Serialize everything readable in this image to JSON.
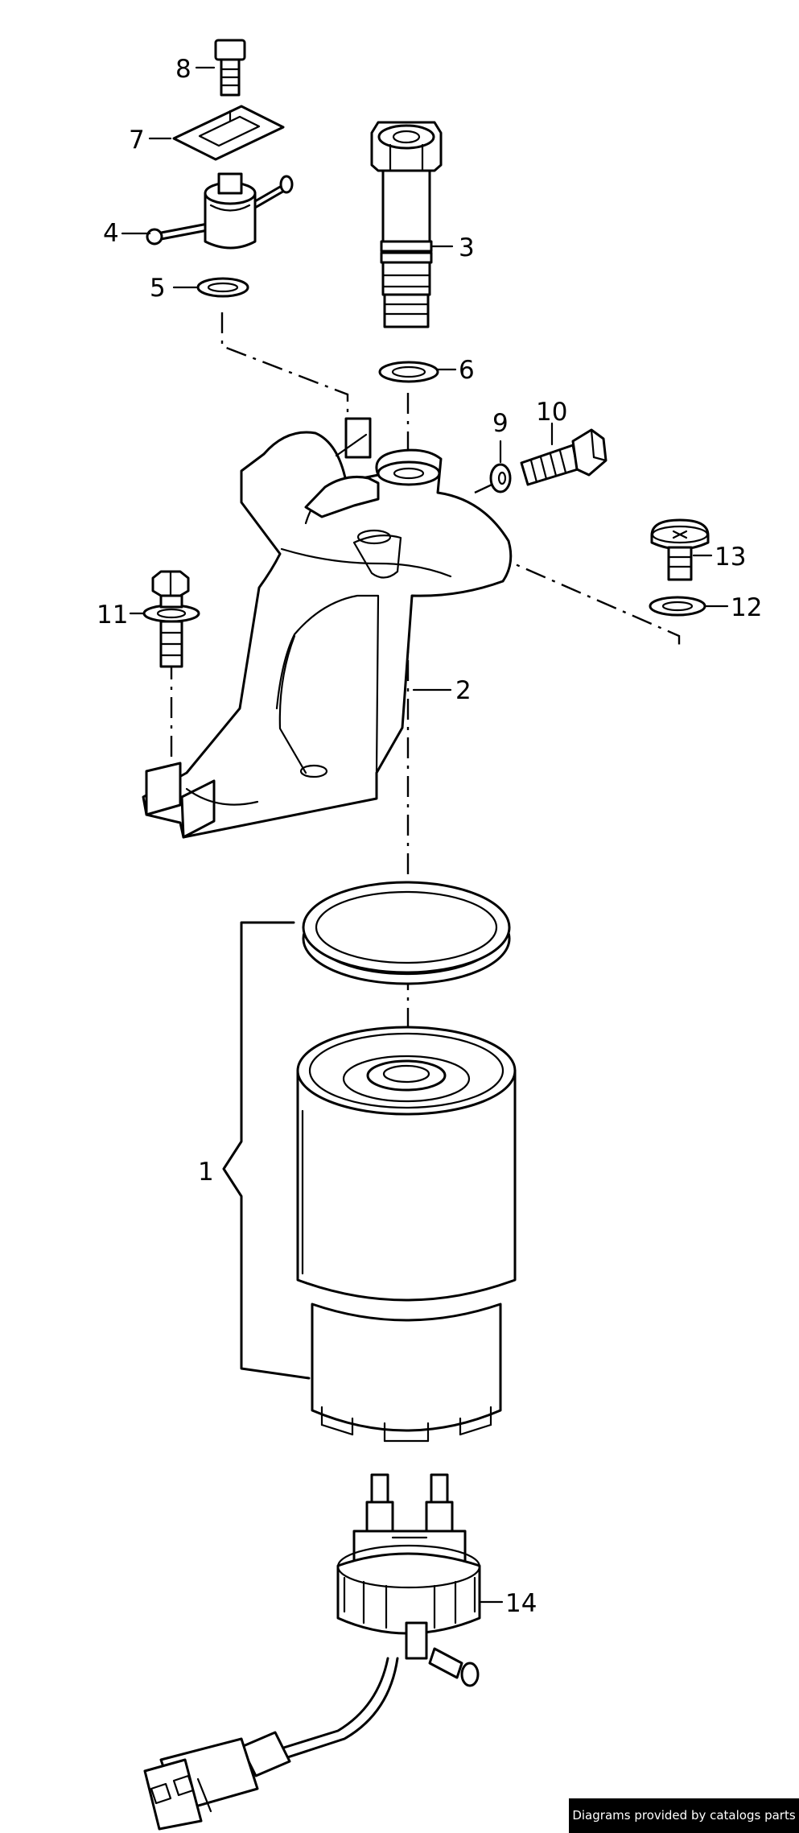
{
  "callouts": {
    "p1": "1",
    "p2": "2",
    "p3": "3",
    "p4": "4",
    "p5": "5",
    "p6": "6",
    "p7": "7",
    "p8": "8",
    "p9": "9",
    "p10": "10",
    "p11": "11",
    "p12": "12",
    "p13": "13",
    "p14": "14"
  },
  "footer": {
    "credit": "Diagrams provided by catalogs parts"
  }
}
